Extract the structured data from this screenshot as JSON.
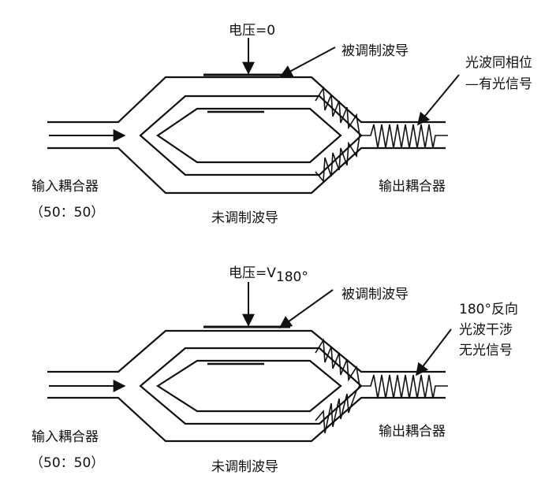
{
  "panels": [
    {
      "voltage_label": "电压=0",
      "voltage_sub": "",
      "modulated_label": "被调制波导",
      "result_lines": [
        "光波同相位",
        "—有光信号"
      ],
      "input_label": "输入耦合器",
      "ratio_label": "（50：50）",
      "unmodulated_label": "未调制波导",
      "output_label": "输出耦合器"
    },
    {
      "voltage_label": "电压=V",
      "voltage_sub": "180°",
      "modulated_label": "被调制波导",
      "result_lines": [
        "180°反向",
        "光波干涉",
        "无光信号"
      ],
      "input_label": "输入耦合器",
      "ratio_label": "（50：50）",
      "unmodulated_label": "未调制波导",
      "output_label": "输出耦合器"
    }
  ]
}
